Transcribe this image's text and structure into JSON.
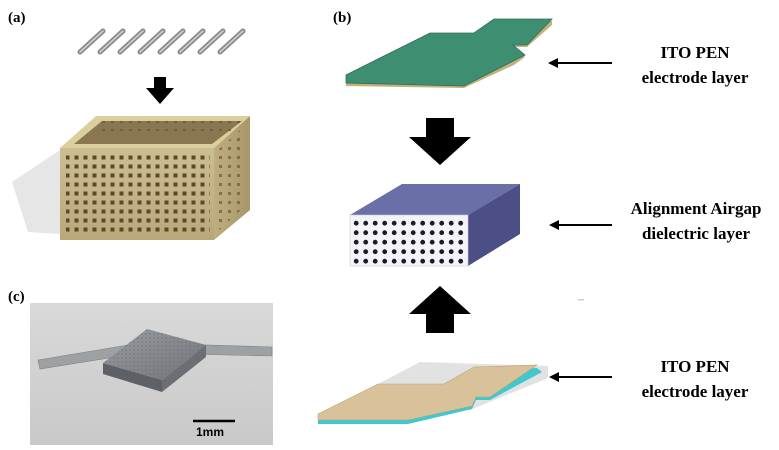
{
  "panels": {
    "a": {
      "label": "(a)"
    },
    "b": {
      "label": "(b)"
    },
    "c": {
      "label": "(c)"
    }
  },
  "layers": {
    "top": {
      "line1": "ITO PEN",
      "line2": "electrode layer"
    },
    "middle": {
      "line1": "Alignment Airgap",
      "line2": "dielectric layer"
    },
    "bottom": {
      "line1": "ITO PEN",
      "line2": "electrode layer"
    }
  },
  "scale_bar": {
    "label": "1mm"
  },
  "colors": {
    "electrode_top": "#3e8f72",
    "electrode_bottom": "#d9c29a",
    "electrode_edge_cyan": "#3fc8d0",
    "dielectric_top": "#6a6fa8",
    "dielectric_side": "#4b4f86",
    "dielectric_front": "#f4f4f8",
    "mold": "#c9b98e",
    "arrow": "#000000"
  }
}
